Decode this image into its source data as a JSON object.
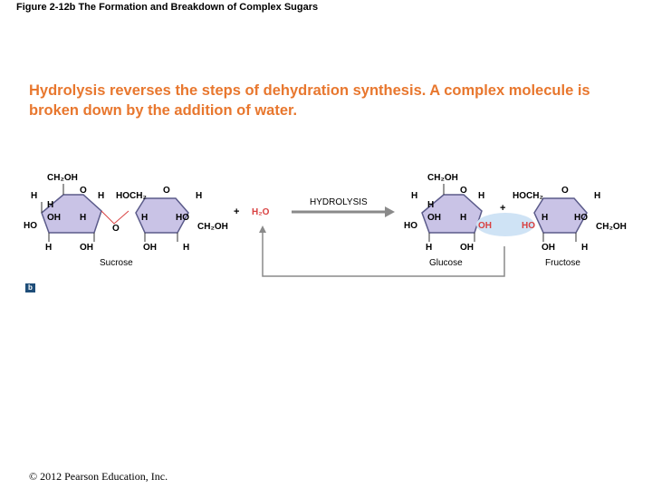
{
  "figure_title": "Figure 2-12b  The Formation and Breakdown of Complex Sugars",
  "headline_line1": "Hydrolysis reverses the steps of dehydration synthesis.  A complex molecule is",
  "headline_line2": "broken down by the addition of water.",
  "panel_badge": "b",
  "copyright": "© 2012 Pearson Education, Inc.",
  "diagram": {
    "reaction_label": "HYDROLYSIS",
    "plus_sign": "+",
    "water": "H₂O",
    "hydroxyl": "OH",
    "hydroxyl_right": "HO",
    "hydrogen": "H",
    "ch2oh": "CH₂OH",
    "hoch2": "HOCH₂",
    "oxygen": "O",
    "ho": "HO",
    "sucrose_label": "Sucrose",
    "glucose_label": "Glucose",
    "fructose_label": "Fructose"
  },
  "colors": {
    "ring_fill": "#c9c3e6",
    "ring_stroke": "#5b5b8a",
    "accent_orange": "#e8772e",
    "water_red": "#d94040",
    "highlight_blue": "#cfe3f5",
    "arrow_gray": "#8a8a8a"
  }
}
